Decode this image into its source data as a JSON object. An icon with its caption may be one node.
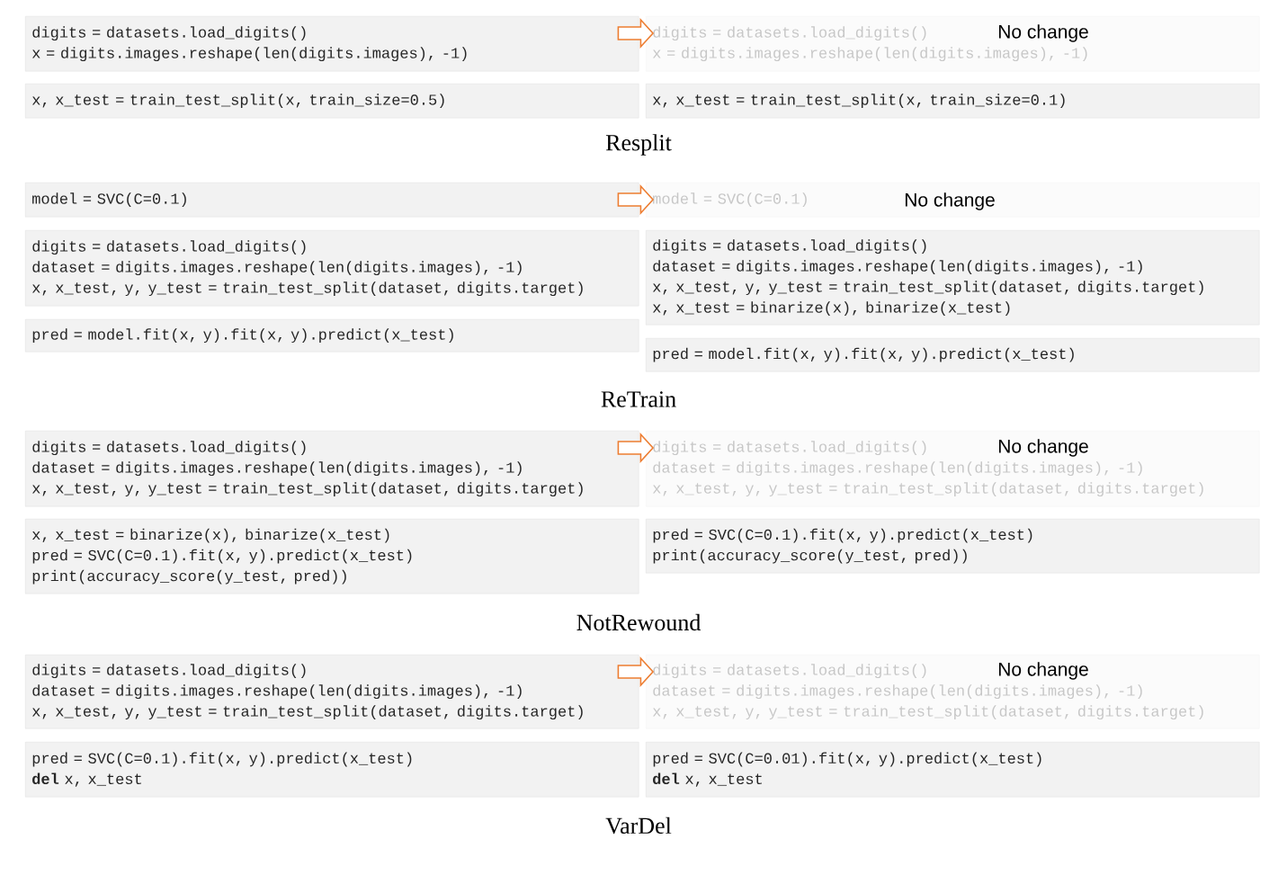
{
  "diagram": {
    "nodes": [
      {
        "text": [
          "digits = datasets.load_digits()",
          "x = digits.images.reshape(len(digits.images), -1)"
        ]
      },
      {
        "text": [
          "digits = datasets.load_digits()",
          "No change",
          "x = digits.images.reshape(len(digits.images), -1)"
        ]
      },
      {
        "text": [
          "x, x_test = train_test_split(x, train_size=0.5)"
        ]
      },
      {
        "text": [
          "x, x_test = train_test_split(x, train_size=0.1)"
        ]
      },
      {
        "text": [
          "model = SVC(C=0.1)"
        ]
      },
      {
        "text": [
          "model = SVC(C=0.1)",
          "No change"
        ]
      },
      {
        "text": [
          "digits = datasets.load_digits()",
          "dataset = digits.images.reshape(len(digits.images), -1)",
          "x, x_test, y, y_test = train_test_split(dataset, digits.target)"
        ]
      },
      {
        "text": [
          "digits = datasets.load_digits()",
          "dataset = digits.images.reshape(len(digits.images), -1)",
          "x, x_test, y, y_test = train_test_split(dataset, digits.target)",
          "x, x_test = binarize(x), binarize(x_test)"
        ]
      },
      {
        "text": [
          "pred = model.fit(x, y).fit(x, y).predict(x_test)"
        ]
      },
      {
        "text": [
          "pred = model.fit(x, y).fit(x, y).predict(x_test)"
        ]
      },
      {
        "text": [
          "digits = datasets.load_digits()",
          "dataset = digits.images.reshape(len(digits.images), -1)",
          "x, x_test, y, y_test = train_test_split(dataset, digits.target)"
        ]
      },
      {
        "text": [
          "digits = datasets.load_digits()",
          "No change",
          "dataset = digits.images.reshape(len(digits.images), -1)",
          "x, x_test, y, y_test = train_test_split(dataset, digits.target)"
        ]
      },
      {
        "text": [
          "x, x_test = binarize(x), binarize(x_test)",
          "pred = SVC(C=0.1).fit(x, y).predict(x_test)",
          "print(accuracy_score(y_test, pred))"
        ]
      },
      {
        "text": [
          "pred = SVC(C=0.1).fit(x, y).predict(x_test)",
          "print(accuracy_score(y_test, pred))"
        ]
      },
      {
        "text": [
          "digits = datasets.load_digits()",
          "dataset = digits.images.reshape(len(digits.images), -1)",
          "x, x_test, y, y_test = train_test_split(dataset, digits.target)"
        ]
      },
      {
        "text": [
          "digits = datasets.load_digits()",
          "No change",
          "dataset = digits.images.reshape(len(digits.images), -1)",
          "x, x_test, y, y_test = train_test_split(dataset, digits.target)"
        ]
      },
      {
        "text": [
          "pred = SVC(C=0.1).fit(x, y).predict(x_test)",
          "**del** x, x_test"
        ]
      },
      {
        "text": [
          "pred = SVC(C=0.01).fit(x, y).predict(x_test)",
          "**del** x, x_test"
        ]
      }
    ],
    "edges": [
      {
        "from": 0,
        "to": 1,
        "arrow": "to",
        "color": "#ed7d31"
      },
      {
        "from": 4,
        "to": 5,
        "arrow": "to",
        "color": "#ed7d31"
      },
      {
        "from": 10,
        "to": 11,
        "arrow": "to",
        "color": "#ed7d31"
      },
      {
        "from": 14,
        "to": 15,
        "arrow": "to",
        "color": "#ed7d31"
      }
    ],
    "labels": [
      "Resplit",
      "ReTrain",
      "NotRewound",
      "VarDel"
    ]
  }
}
